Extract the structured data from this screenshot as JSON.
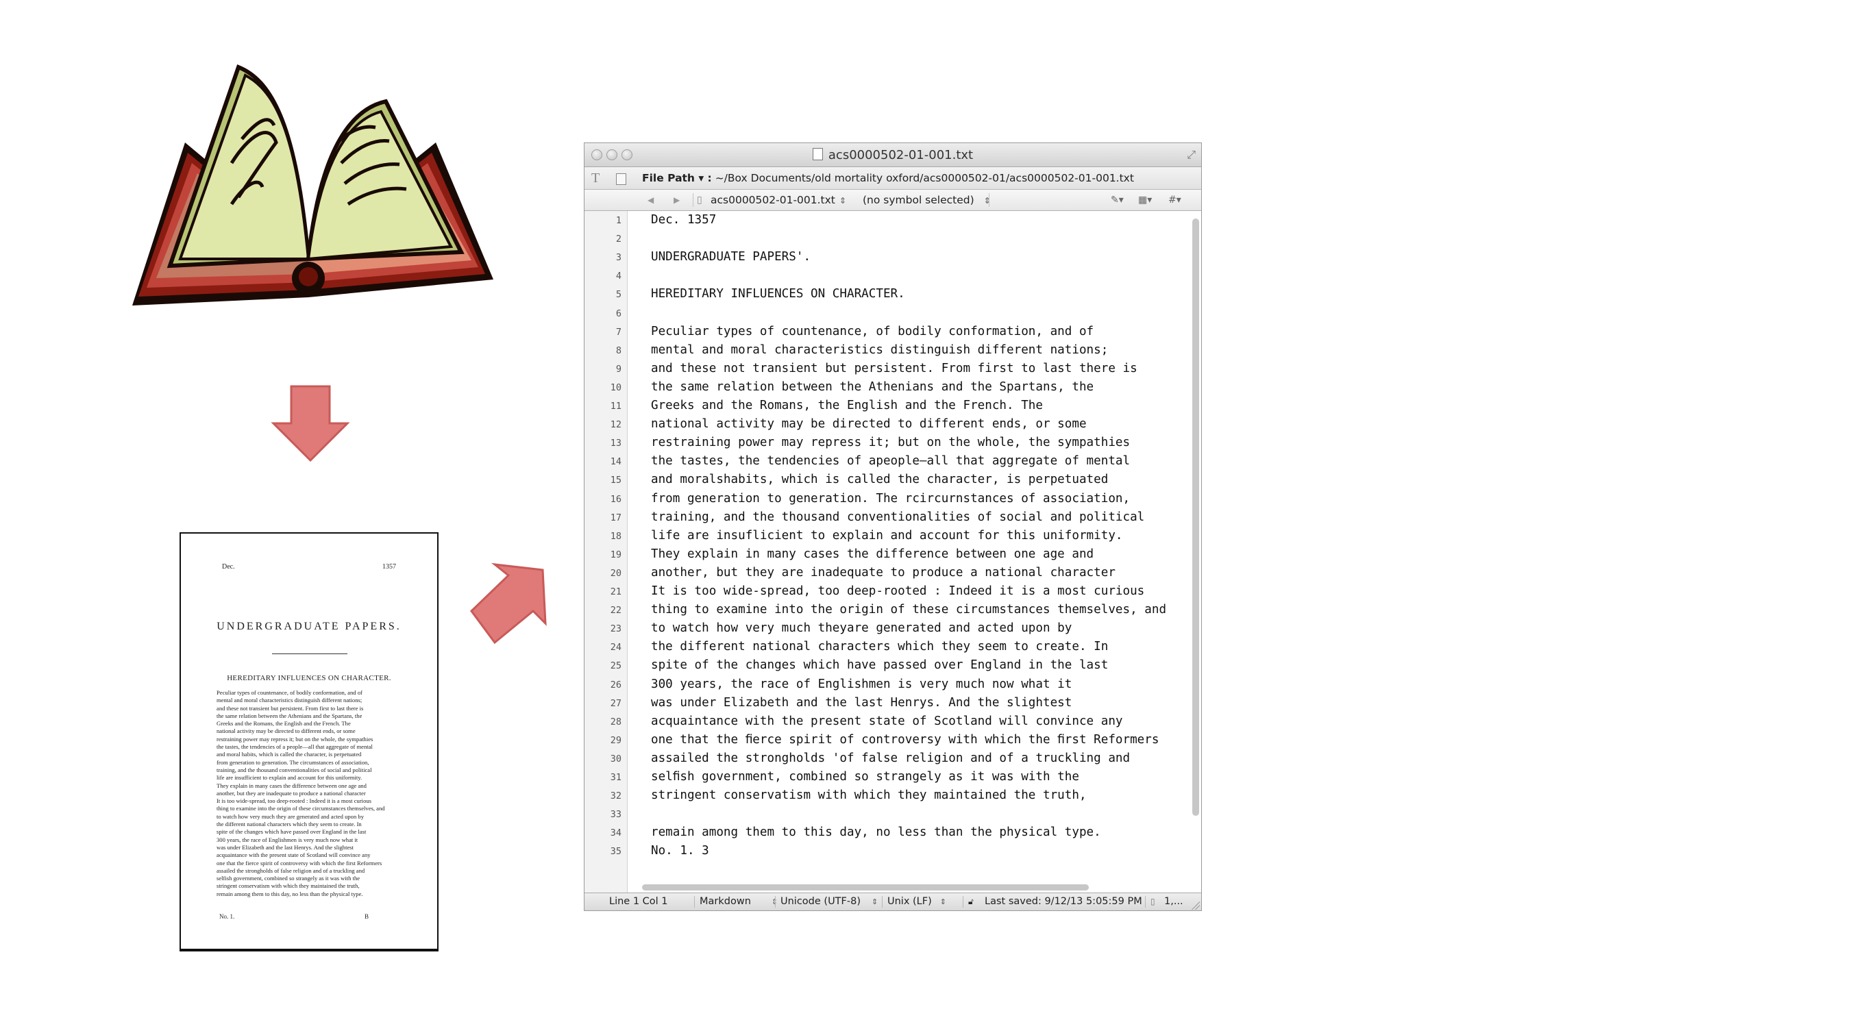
{
  "colors": {
    "arrow": "#e07a78",
    "arrow_edge": "#c85a58",
    "book_cover": "#8b1c12",
    "book_pages": "#dfe8a8"
  },
  "scan": {
    "header_left": "Dec.",
    "header_right": "1357",
    "title": "UNDERGRADUATE PAPERS.",
    "subtitle": "HEREDITARY INFLUENCES ON CHARACTER.",
    "body_lines": [
      "Peculiar types of countenance, of bodily conformation, and of",
      "mental and moral characteristics distinguish different nations;",
      "and these not transient but persistent. From first to last there is",
      "the same relation between the Athenians and the Spartans, the",
      "Greeks and the Romans, the English and the French. The",
      "national activity may be directed to different ends, or some",
      "restraining power may repress it; but on the whole, the sympathies",
      "the tastes, the tendencies of a people—all that aggregate of mental",
      "and moral habits, which is called the character, is perpetuated",
      "from generation to generation. The circumstances of association,",
      "training, and the thousand conventionalities of social and political",
      "life are insufficient to explain and account for this uniformity.",
      "They explain in many cases the difference between one age and",
      "another, but they are inadequate to produce a national character",
      "It is too wide-spread, too deep-rooted : Indeed it is a most curious",
      "thing to examine into the origin of these circumstances themselves, and",
      "to watch how very much they are generated and acted upon by",
      "the different national characters which they seem to create. In",
      "spite of the changes which have passed over England in the last",
      "300 years, the race of Englishmen is very much now what it",
      "was under Elizabeth and the last Henrys. And the slightest",
      "acquaintance with the present state of Scotland will convince any",
      "one that the fierce spirit of controversy with which the first Reformers",
      "assailed the strongholds of false religion and of a truckling and",
      "selfish government, combined so strangely as it was with the",
      "stringent conservatism with which they maintained the truth,",
      "remain among them to this day, no less than the physical type."
    ],
    "footer_left": "No. 1.",
    "footer_right": "B"
  },
  "window": {
    "title": "acs0000502-01-001.txt",
    "path_label": "File Path ▾ :",
    "path_value": "~/Box Documents/old mortality oxford/acs0000502-01/acs0000502-01-001.txt",
    "nav_file": "acs0000502-01-001.txt",
    "nav_symbol": "(no symbol selected)"
  },
  "editor": {
    "line_numbers": [
      "1",
      "2",
      "3",
      "4",
      "5",
      "6",
      "7",
      "8",
      "9",
      "10",
      "11",
      "12",
      "13",
      "14",
      "15",
      "16",
      "17",
      "18",
      "19",
      "20",
      "21",
      "22",
      "23",
      "24",
      "25",
      "26",
      "27",
      "28",
      "29",
      "30",
      "31",
      "32",
      "33",
      "34",
      "35"
    ],
    "lines": [
      "Dec. 1357",
      "",
      "UNDERGRADUATE PAPERS'.",
      "",
      "HEREDITARY INFLUENCES ON CHARACTER.",
      "",
      "Peculiar types of countenance, of bodily conformation, and of",
      "mental and moral characteristics distinguish different nations;",
      "and these not transient but persistent. From first to last there is",
      "the same relation between the Athenians and the Spartans, the",
      "Greeks and the Romans, the English and the French. The",
      "national activity may be directed to different ends, or some",
      "restraining power may repress it; but on the whole, the sympathies",
      "the tastes, the tendencies of apeople—all that aggregate of mental",
      "and moralshabits, which is called the character, is perpetuated",
      "from generation to generation. The rcircurnstances of association,",
      "training, and the thousand conventionalities of social and political",
      "life are insuflicient to explain and account for this uniformity.",
      "They explain in many cases the difference between one age and",
      "another, but they are inadequate to produce a national character",
      "It is too wide-spread, too deep-rooted : Indeed it is a most curious",
      "thing to examine into the origin of these circumstances themselves, and",
      "to watch how very much theyare generated and acted upon by",
      "the different national characters which they seem to create. In",
      "spite of the changes which have passed over England in the last",
      "300 years, the race of Englishmen is very much now what it",
      "was under Elizabeth and the last Henrys. And the slightest",
      "acquaintance with the present state of Scotland will convince any",
      "one that the ﬁerce spirit of controversy with which the ﬁrst Reformers",
      "assailed the strongholds 'of false religion and of a truckling and",
      "selﬁsh government, combined so strangely as it was with the",
      "stringent conservatism with which they maintained the truth,",
      "",
      "remain among them to this day, no less than the physical type.",
      "No. 1. 3"
    ]
  },
  "status": {
    "position": "Line 1 Col 1",
    "language": "Markdown",
    "encoding": "Unicode (UTF-8)",
    "line_endings": "Unix (LF)",
    "last_saved": "Last saved: 9/12/13 5:05:59 PM",
    "extra": "1,..."
  }
}
